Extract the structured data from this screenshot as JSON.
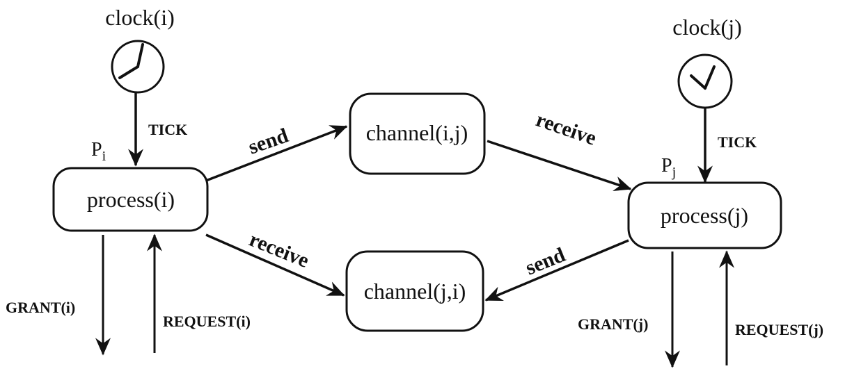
{
  "clock_i": {
    "label": "clock(i)",
    "icon": "clock-icon"
  },
  "clock_j": {
    "label": "clock(j)",
    "icon": "clock-icon"
  },
  "process_i": {
    "label": "process(i)",
    "proc_letter": "P",
    "proc_sub": "i"
  },
  "process_j": {
    "label": "process(j)",
    "proc_letter": "P",
    "proc_sub": "j"
  },
  "channel_ij": {
    "label": "channel(i,j)"
  },
  "channel_ji": {
    "label": "channel(j,i)"
  },
  "edges": {
    "tick_i": "TICK",
    "tick_j": "TICK",
    "send_ij": "send",
    "receive_ij": "receive",
    "receive_ji": "receive",
    "send_ji": "send",
    "grant_i": "GRANT(i)",
    "request_i": "REQUEST(i)",
    "grant_j": "GRANT(j)",
    "request_j": "REQUEST(j)"
  }
}
